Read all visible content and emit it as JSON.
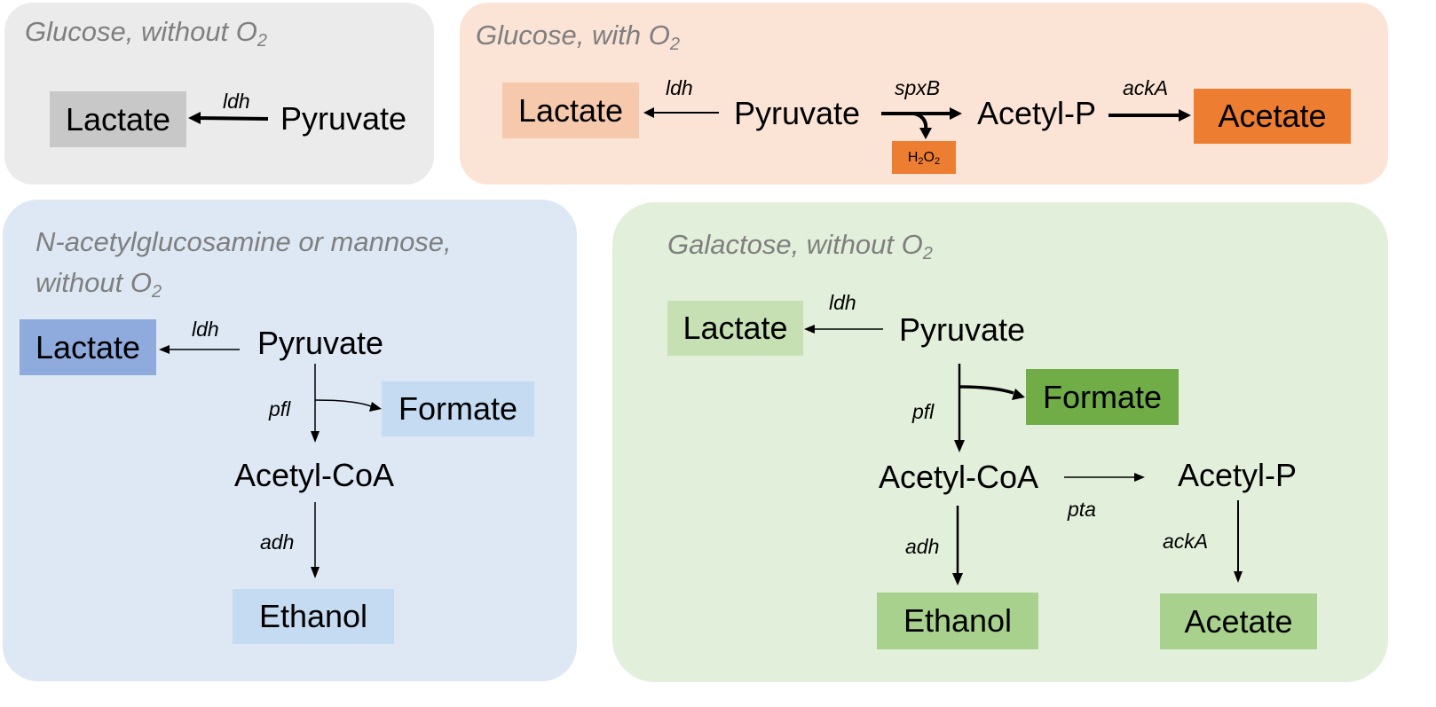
{
  "colors": {
    "panel_gray": "#ebebeb",
    "panel_orange": "#fbe3d6",
    "panel_blue": "#dde8f4",
    "panel_green": "#e2efda",
    "box_gray": "#c8c8c8",
    "box_orange_light": "#f6c9ad",
    "box_orange_dark": "#ed7d31",
    "box_blue_dark": "#8faadc",
    "box_blue_light": "#c5dbf1",
    "box_green_light": "#a9d18e",
    "box_green_dark": "#70ad47",
    "title_text": "#7f7f7f"
  },
  "panels": {
    "glucose_anaerobic": {
      "title": "Glucose, without O",
      "title_sub": "2",
      "lactate": "Lactate",
      "pyruvate": "Pyruvate",
      "ldh": "ldh"
    },
    "glucose_aerobic": {
      "title": "Glucose, with O",
      "title_sub": "2",
      "lactate": "Lactate",
      "pyruvate": "Pyruvate",
      "acetyl_p": "Acetyl-P",
      "acetate": "Acetate",
      "h2o2_main": "H",
      "h2o2_sub1": "2",
      "h2o2_mid": "O",
      "h2o2_sub2": "2",
      "ldh": "ldh",
      "spxb": "spxB",
      "acka": "ackA"
    },
    "glcnac_mannose": {
      "title_line1": "N-acetylglucosamine or mannose,",
      "title_line2": "without O",
      "title_sub": "2",
      "lactate": "Lactate",
      "pyruvate": "Pyruvate",
      "formate": "Formate",
      "acetyl_coa": "Acetyl-CoA",
      "ethanol": "Ethanol",
      "ldh": "ldh",
      "pfl": "pfl",
      "adh": "adh"
    },
    "galactose": {
      "title": "Galactose, without O",
      "title_sub": "2",
      "lactate": "Lactate",
      "pyruvate": "Pyruvate",
      "formate": "Formate",
      "acetyl_coa": "Acetyl-CoA",
      "acetyl_p": "Acetyl-P",
      "ethanol": "Ethanol",
      "acetate": "Acetate",
      "ldh": "ldh",
      "pfl": "pfl",
      "pta": "pta",
      "adh": "adh",
      "acka": "ackA"
    }
  }
}
